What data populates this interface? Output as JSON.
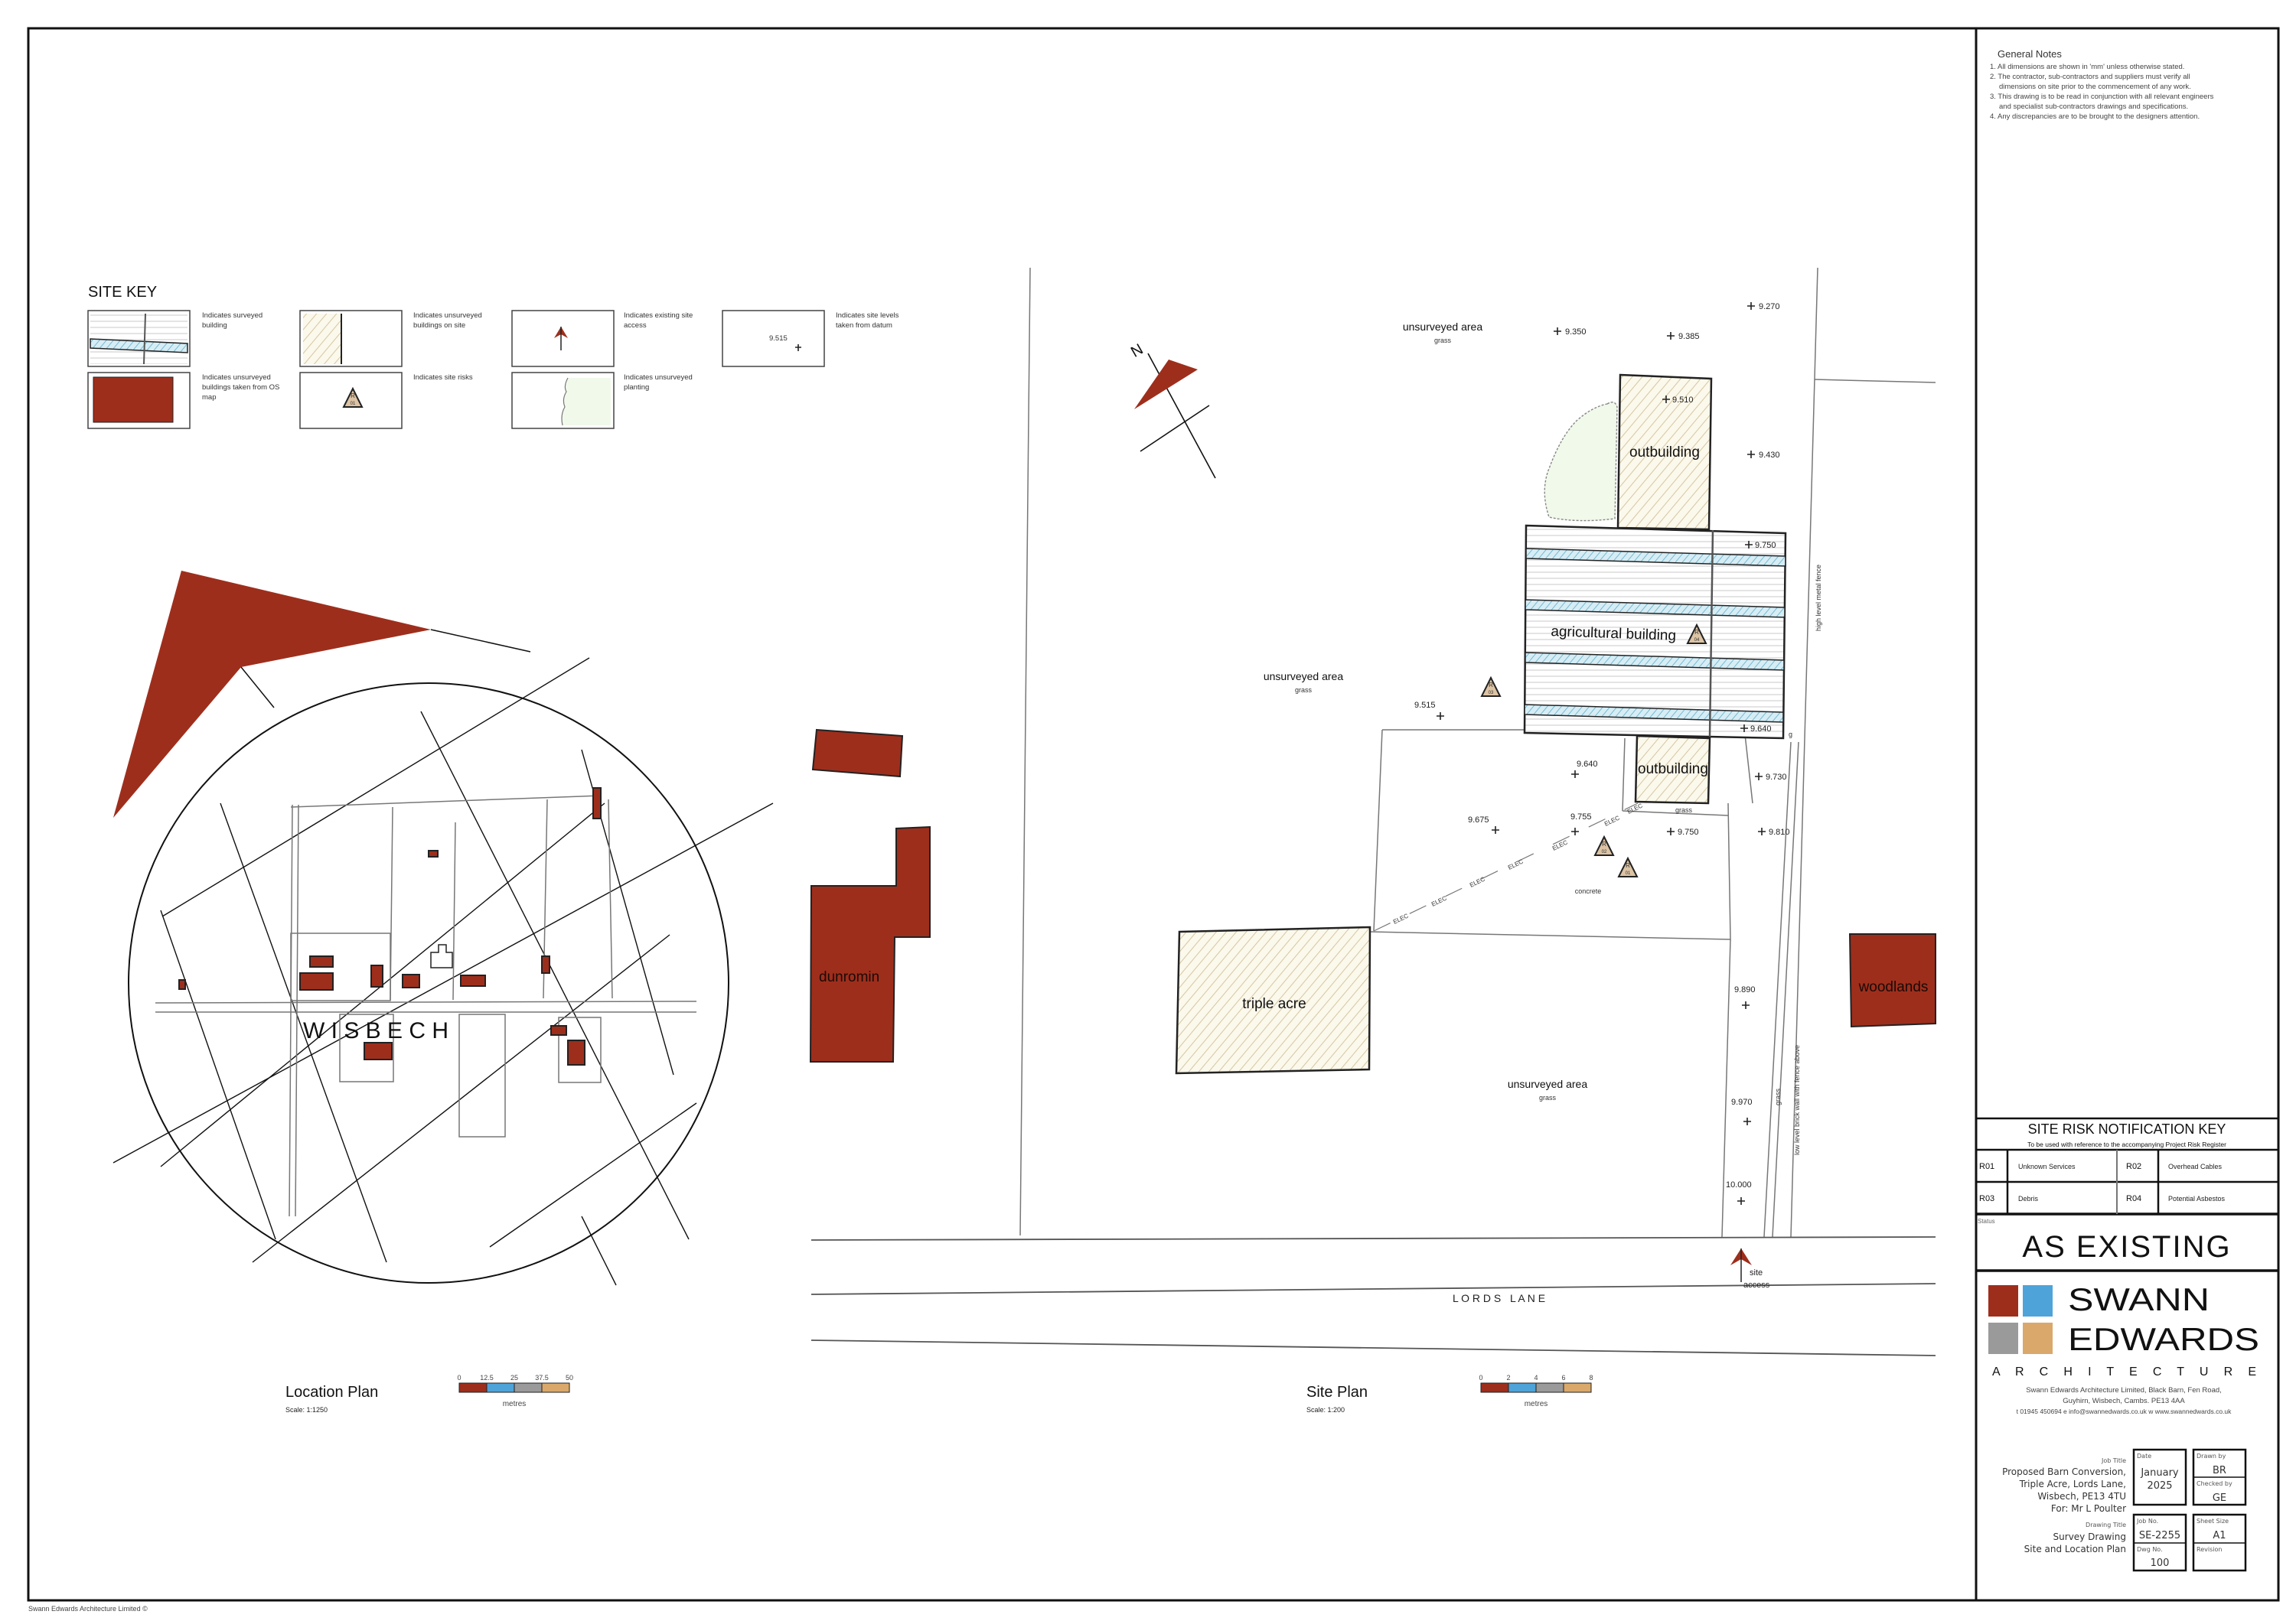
{
  "general_notes": {
    "title": "General Notes",
    "items": [
      "1. All dimensions are shown in 'mm' unless otherwise stated.",
      "2. The contractor, sub-contractors and suppliers must verify all",
      "dimensions on site prior to the commencement of any work.",
      "3. This drawing is to be read in conjunction with all relevant engineers",
      "and specialist sub-contractors drawings and specifications.",
      "4. Any discrepancies are to be brought to the designers attention."
    ]
  },
  "site_key": {
    "title": "SITE KEY",
    "items": [
      {
        "label": [
          "Indicates surveyed",
          "building"
        ]
      },
      {
        "label": [
          "Indicates unsurveyed",
          "buildings on site"
        ]
      },
      {
        "label": [
          "Indicates existing site",
          "access"
        ]
      },
      {
        "label": [
          "Indicates site levels",
          "taken from datum"
        ],
        "sample": "9.515"
      },
      {
        "label": [
          "Indicates unsurveyed",
          "buildings taken from OS",
          "map"
        ]
      },
      {
        "label": [
          "Indicates site risks"
        ],
        "sample_risk": [
          "R",
          "01"
        ]
      },
      {
        "label": [
          "Indicates unsurveyed",
          "planting"
        ]
      }
    ]
  },
  "location_plan": {
    "title": "Location Plan",
    "scale": "Scale: 1:1250",
    "scale_bar": {
      "ticks": [
        "0",
        "12.5",
        "25",
        "37.5",
        "50"
      ],
      "unit": "metres"
    },
    "town_label": "W I S B E C H"
  },
  "site_plan": {
    "title": "Site Plan",
    "scale": "Scale: 1:200",
    "scale_bar": {
      "ticks": [
        "0",
        "2",
        "4",
        "6",
        "8"
      ],
      "unit": "metres"
    },
    "north": "N",
    "buildings": {
      "agricultural": "agricultural building",
      "outbuilding_north": "outbuilding",
      "outbuilding_south": "outbuilding",
      "triple_acre": "triple acre",
      "dunromin": "dunromin",
      "woodlands": "woodlands"
    },
    "areas": [
      {
        "name": "unsurveyed area",
        "surface": "grass"
      },
      {
        "name": "unsurveyed area",
        "surface": "grass"
      },
      {
        "name": "unsurveyed area",
        "surface": "grass"
      }
    ],
    "surfaces": {
      "concrete": "concrete",
      "grass_south": "grass",
      "grass_verge": "grass",
      "g": "g"
    },
    "boundaries": {
      "east_fence": "high level metal fence",
      "east_wall": "low level brick wall with fence above"
    },
    "service_label": "ELEC",
    "road": "L O R D S   L A N E",
    "access": [
      "site",
      "access"
    ],
    "levels": [
      "9.270",
      "9.350",
      "9.385",
      "9.510",
      "9.430",
      "9.750",
      "9.640",
      "9.515",
      "9.640",
      "9.730",
      "9.675",
      "9.755",
      "9.750",
      "9.810",
      "9.890",
      "9.970",
      "10.000"
    ],
    "risks": [
      [
        "R",
        "03"
      ],
      [
        "R",
        "04"
      ],
      [
        "R",
        "02"
      ],
      [
        "R",
        "01"
      ]
    ]
  },
  "risk_key": {
    "title": "SITE RISK NOTIFICATION KEY",
    "subtitle": "To be used with reference to the accompanying Project Risk Register",
    "rows": [
      {
        "code": "R01",
        "desc": "Unknown Services",
        "code2": "R02",
        "desc2": "Overhead Cables"
      },
      {
        "code": "R03",
        "desc": "Debris",
        "code2": "R04",
        "desc2": "Potential Asbestos"
      }
    ]
  },
  "status": {
    "label": "Status",
    "value": "AS EXISTING"
  },
  "company": {
    "name_line1": "SWANN",
    "name_line2": "EDWARDS",
    "tagline": "A R C H I T E C T U R E",
    "address1": "Swann Edwards Architecture Limited, Black Barn, Fen Road,",
    "address2": "Guyhirn, Wisbech, Cambs. PE13 4AA",
    "contact": "t 01945 450694  e info@swannedwards.co.uk  w www.swannedwards.co.uk",
    "colors": [
      "#9e2e1c",
      "#4ea3d9",
      "#9a9a9a",
      "#d9a86a"
    ]
  },
  "job": {
    "job_title_label": "Job Title",
    "job_title": [
      "Proposed Barn Conversion,",
      "Triple Acre, Lords Lane,",
      "Wisbech, PE13 4TU",
      "For: Mr L Poulter"
    ],
    "drawing_title_label": "Drawing Title",
    "drawing_title": [
      "Survey Drawing",
      "Site and Location Plan"
    ],
    "date_label": "Date",
    "date": [
      "January",
      "2025"
    ],
    "drawn_by_label": "Drawn by",
    "drawn_by": "BR",
    "checked_by_label": "Checked by",
    "checked_by": "GE",
    "job_no_label": "Job No.",
    "job_no": "SE-2255",
    "sheet_size_label": "Sheet Size",
    "sheet_size": "A1",
    "dwg_no_label": "Dwg No.",
    "dwg_no": "100",
    "revision_label": "Revision",
    "revision": ""
  },
  "footer": "Swann Edwards Architecture Limited ©"
}
